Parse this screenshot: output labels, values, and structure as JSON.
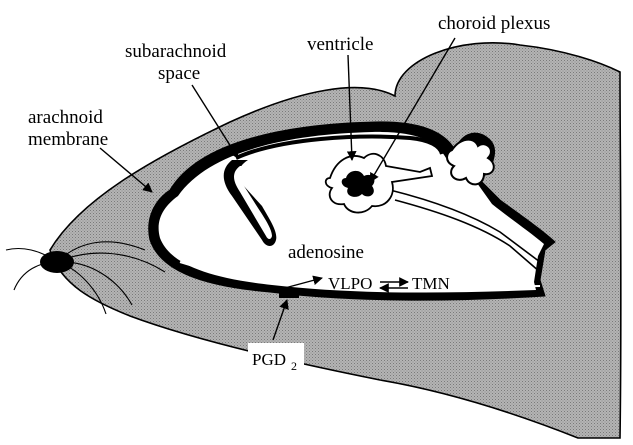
{
  "labels": {
    "choroid_plexus": "choroid plexus",
    "ventricle": "ventricle",
    "subarachnoid_line1": "subarachnoid",
    "subarachnoid_line2": "space",
    "arachnoid_line1": "arachnoid",
    "arachnoid_line2": "membrane",
    "adenosine": "adenosine",
    "vlpo": "VLPO",
    "tmn": "TMN",
    "pgd_main": "PGD",
    "pgd_sub": "2"
  },
  "colors": {
    "head_fill": "#a9a9a9",
    "brain_fill": "#ffffff",
    "outline": "#000000"
  }
}
